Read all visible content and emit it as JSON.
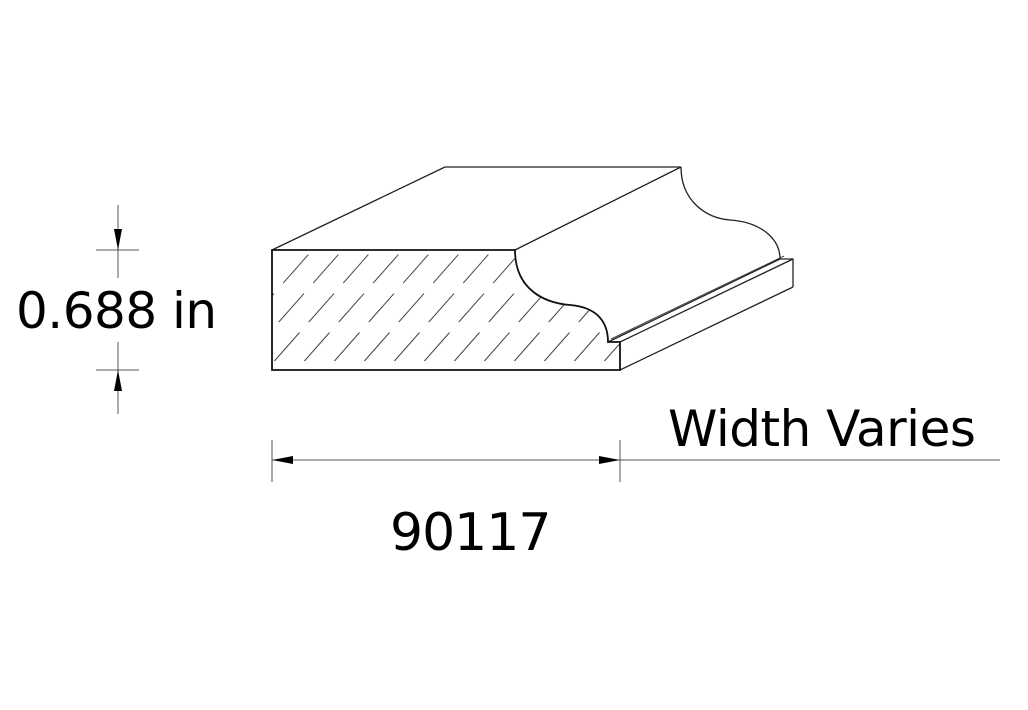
{
  "drawing": {
    "type": "molding-profile-isometric",
    "background_color": "#ffffff",
    "line_color": "#222222",
    "hatch_color": "#444444"
  },
  "dimensions": {
    "thickness": {
      "label": "0.688 in"
    },
    "part_number": {
      "label": "90117"
    },
    "width": {
      "label": "Width Varies"
    }
  }
}
